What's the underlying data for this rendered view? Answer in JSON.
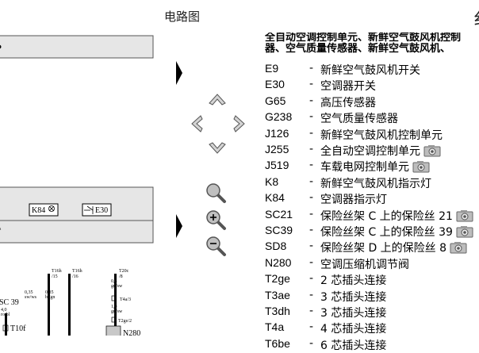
{
  "page_title": "电路图",
  "heading_lines": [
    "全自动空调控制单元、新鲜空气鼓风机控制",
    "器、空气质量传感器、新鲜空气鼓风机、"
  ],
  "cutoff_glyph": "纟",
  "legend": [
    {
      "code": "E9",
      "dash": "-",
      "desc": "新鲜空气鼓风机开关",
      "camera": false
    },
    {
      "code": "E30",
      "dash": "-",
      "desc": "空调器开关",
      "camera": false
    },
    {
      "code": "G65",
      "dash": "-",
      "desc": "高压传感器",
      "camera": false
    },
    {
      "code": "G238",
      "dash": "-",
      "desc": "空气质量传感器",
      "camera": false
    },
    {
      "code": "J126",
      "dash": "-",
      "desc": "新鲜空气鼓风机控制单元",
      "camera": false
    },
    {
      "code": "J255",
      "dash": "-",
      "desc": "全自动空调控制单元",
      "camera": true
    },
    {
      "code": "J519",
      "dash": "-",
      "desc": "车载电网控制单元",
      "camera": true
    },
    {
      "code": "K8",
      "dash": "-",
      "desc": "新鲜空气鼓风机指示灯",
      "camera": false
    },
    {
      "code": "K84",
      "dash": "-",
      "desc": "空调器指示灯",
      "camera": false
    },
    {
      "code": "SC21",
      "dash": "-",
      "desc": "保险丝架 C 上的保险丝 21",
      "camera": true
    },
    {
      "code": "SC39",
      "dash": "-",
      "desc": "保险丝架 C 上的保险丝 39",
      "camera": true
    },
    {
      "code": "SD8",
      "dash": "-",
      "desc": "保险丝架 D 上的保险丝 8",
      "camera": true
    },
    {
      "code": "N280",
      "dash": "-",
      "desc": "空调压缩机调节阀",
      "camera": false
    },
    {
      "code": "T2ge",
      "dash": "-",
      "desc": "2 芯插头连接",
      "camera": false
    },
    {
      "code": "T3ae",
      "dash": "-",
      "desc": "3 芯插头连接",
      "camera": false
    },
    {
      "code": "T3dh",
      "dash": "-",
      "desc": "3 芯插头连接",
      "camera": false
    },
    {
      "code": "T4a",
      "dash": "-",
      "desc": "4 芯插头连接",
      "camera": false
    },
    {
      "code": "T6be",
      "dash": "-",
      "desc": "6 芯插头连接",
      "camera": false
    }
  ],
  "diagram": {
    "k84": "K84",
    "e30": "E30",
    "sc39": "SC 39",
    "sc39_sub1": "4,0",
    "sc39_sub2": "ro/bl",
    "t16h_15": "T16h",
    "t16h_15b": "/15",
    "t16h_16": "T16h",
    "t16h_16b": "/16",
    "t20c": "T20c",
    "t20c_b": "/8",
    "w1a": "0,35",
    "w1b": "sw/ws",
    "w2a": "0,35",
    "w2b": "bl/gn",
    "w3a": "0,5",
    "w3b": "gn/sw",
    "t4a": "T4a/3",
    "w4a": "1,0",
    "w4b": "gn/sw",
    "t2ge": "T2ge/2",
    "n280": "N280",
    "t10": "T10f",
    "s_mark": "s"
  }
}
